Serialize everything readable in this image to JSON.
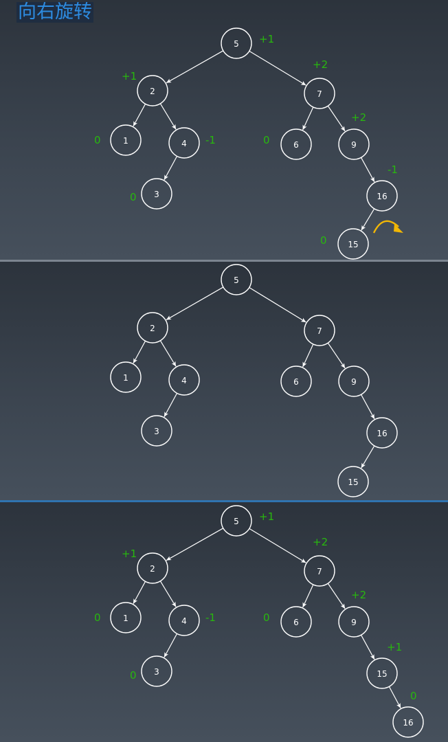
{
  "title": "向右旋转",
  "colors": {
    "balance": "#28b80e",
    "accent_title": "#2d8be0",
    "arrow": "#f2b705",
    "separator": "#2f74b0"
  },
  "icons": [
    "rotate-right-arrow-icon"
  ],
  "trees": [
    {
      "name": "before",
      "nodes": [
        {
          "id": "5",
          "label": "5",
          "balance": "+1"
        },
        {
          "id": "2",
          "label": "2",
          "balance": "+1"
        },
        {
          "id": "7",
          "label": "7",
          "balance": "+2"
        },
        {
          "id": "1",
          "label": "1",
          "balance": "0"
        },
        {
          "id": "4",
          "label": "4",
          "balance": "-1"
        },
        {
          "id": "6",
          "label": "6",
          "balance": "0"
        },
        {
          "id": "9",
          "label": "9",
          "balance": "+2"
        },
        {
          "id": "3",
          "label": "3",
          "balance": "0"
        },
        {
          "id": "16",
          "label": "16",
          "balance": "-1"
        },
        {
          "id": "15",
          "label": "15",
          "balance": "0"
        }
      ],
      "edges": [
        [
          "5",
          "2"
        ],
        [
          "5",
          "7"
        ],
        [
          "2",
          "1"
        ],
        [
          "2",
          "4"
        ],
        [
          "4",
          "3"
        ],
        [
          "7",
          "6"
        ],
        [
          "7",
          "9"
        ],
        [
          "9",
          "16"
        ],
        [
          "16",
          "15"
        ]
      ]
    },
    {
      "name": "middle",
      "nodes": [
        {
          "id": "5",
          "label": "5"
        },
        {
          "id": "2",
          "label": "2"
        },
        {
          "id": "7",
          "label": "7"
        },
        {
          "id": "1",
          "label": "1"
        },
        {
          "id": "4",
          "label": "4"
        },
        {
          "id": "6",
          "label": "6"
        },
        {
          "id": "9",
          "label": "9"
        },
        {
          "id": "3",
          "label": "3"
        },
        {
          "id": "16",
          "label": "16"
        },
        {
          "id": "15",
          "label": "15"
        }
      ],
      "edges": [
        [
          "5",
          "2"
        ],
        [
          "5",
          "7"
        ],
        [
          "2",
          "1"
        ],
        [
          "2",
          "4"
        ],
        [
          "4",
          "3"
        ],
        [
          "7",
          "6"
        ],
        [
          "7",
          "9"
        ],
        [
          "9",
          "16"
        ],
        [
          "16",
          "15"
        ]
      ]
    },
    {
      "name": "after",
      "nodes": [
        {
          "id": "5",
          "label": "5",
          "balance": "+1"
        },
        {
          "id": "2",
          "label": "2",
          "balance": "+1"
        },
        {
          "id": "7",
          "label": "7",
          "balance": "+2"
        },
        {
          "id": "1",
          "label": "1",
          "balance": "0"
        },
        {
          "id": "4",
          "label": "4",
          "balance": "-1"
        },
        {
          "id": "6",
          "label": "6",
          "balance": "0"
        },
        {
          "id": "9",
          "label": "9",
          "balance": "+2"
        },
        {
          "id": "3",
          "label": "3",
          "balance": "0"
        },
        {
          "id": "15",
          "label": "15",
          "balance": "+1"
        },
        {
          "id": "16",
          "label": "16",
          "balance": "0"
        }
      ],
      "edges": [
        [
          "5",
          "2"
        ],
        [
          "5",
          "7"
        ],
        [
          "2",
          "1"
        ],
        [
          "2",
          "4"
        ],
        [
          "4",
          "3"
        ],
        [
          "7",
          "6"
        ],
        [
          "7",
          "9"
        ],
        [
          "9",
          "15"
        ],
        [
          "15",
          "16"
        ]
      ]
    }
  ]
}
